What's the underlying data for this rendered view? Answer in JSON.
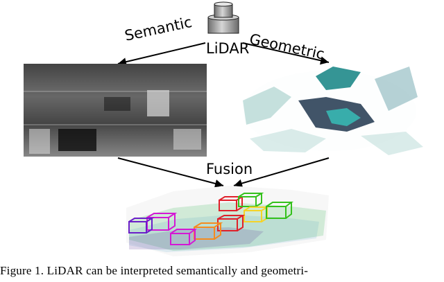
{
  "figure": {
    "top_label": "LiDAR",
    "left_arrow_label": "Semantic",
    "right_arrow_label": "Geometric",
    "bottom_label": "Fusion",
    "caption": "Figure 1. LiDAR can be interpreted semantically and geometri-"
  },
  "colors": {
    "arrow": "#000000",
    "range_image_gray": "#8a8a8a",
    "point_cloud_teal": "#1f8a8a",
    "point_cloud_dark": "#1a2e4a",
    "box_red": "#e0202a",
    "box_magenta": "#d418d4",
    "box_green": "#34c11b",
    "box_yellow": "#f5d327",
    "box_orange": "#f58b1f"
  },
  "icons": {
    "sensor": "lidar-sensor-icon"
  }
}
